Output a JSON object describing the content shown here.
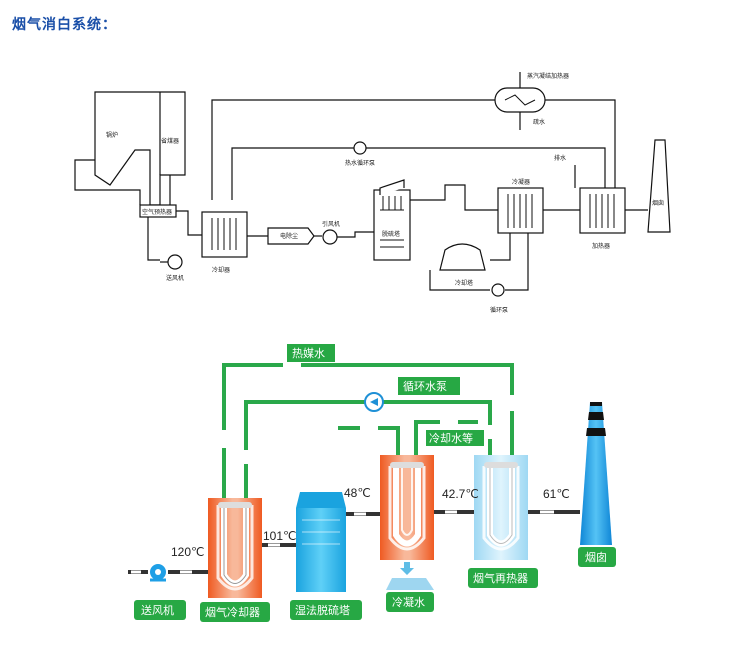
{
  "title": "烟气消白系统：",
  "schematic": {
    "boiler": "锅炉",
    "economizer": "省煤器",
    "air_preheater": "空气预热器",
    "blower": "送风机",
    "cooler": "冷却器",
    "esp": "电除尘",
    "induced_fan": "引风机",
    "desulfurization_tower": "脱硫塔",
    "condenser": "冷凝器",
    "heater": "加热器",
    "chimney": "烟囱",
    "cooling_tower": "冷却塔",
    "circ_pump": "循环泵",
    "hot_water_pump": "热水循环泵",
    "steam_heater": "蒸汽凝结加热器",
    "drain1": "疏水",
    "drain2": "排水"
  },
  "flow": {
    "hot_medium_water": "热媒水",
    "circ_water_pump": "循环水泵",
    "cooling_water": "冷却水等",
    "t120": "120℃",
    "t101": "101℃",
    "t48": "48℃",
    "t42": "42.7℃",
    "t61": "61℃",
    "blower": "送风机",
    "flue_gas_cooler": "烟气冷却器",
    "wet_fgd_tower": "湿法脱硫塔",
    "condensate_water": "冷凝水",
    "flue_gas_reheater": "烟气再热器",
    "chimney": "烟囱"
  },
  "colors": {
    "pipe_green": "#2aa84a",
    "label_green": "#27a844",
    "equipment_blue": "#27b4e8",
    "heater_orange": "#f0612a",
    "reheater_orange": "#f08040",
    "chimney_blue": "#1e9fe6",
    "title_blue": "#1a4fa8"
  }
}
